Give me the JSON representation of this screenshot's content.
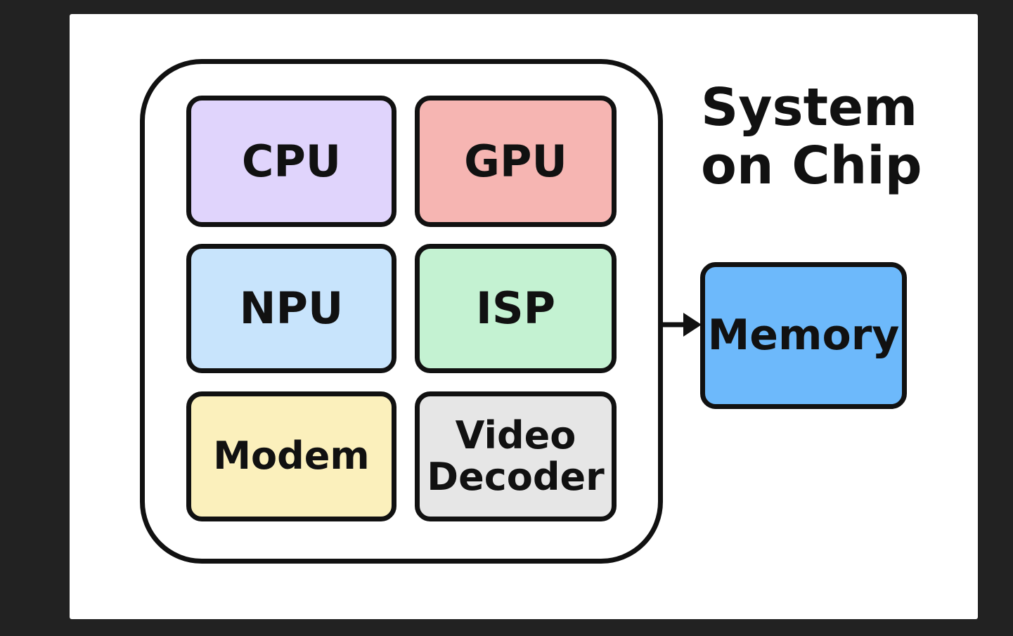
{
  "title": {
    "line1": "System",
    "line2": "on Chip"
  },
  "blocks": [
    {
      "id": "cpu",
      "label": "CPU",
      "color": "#e0d4fc"
    },
    {
      "id": "gpu",
      "label": "GPU",
      "color": "#f6b5b2"
    },
    {
      "id": "npu",
      "label": "NPU",
      "color": "#c8e4fc"
    },
    {
      "id": "isp",
      "label": "ISP",
      "color": "#c4f2d2"
    },
    {
      "id": "modem",
      "label": "Modem",
      "color": "#fbf0bc"
    },
    {
      "id": "video-decoder",
      "label": "Video\nDecoder",
      "color": "#e6e6e6"
    }
  ],
  "memory": {
    "label": "Memory",
    "color": "#6db9fb"
  },
  "connection": {
    "from": "System on Chip",
    "to": "Memory",
    "style": "arrow"
  }
}
